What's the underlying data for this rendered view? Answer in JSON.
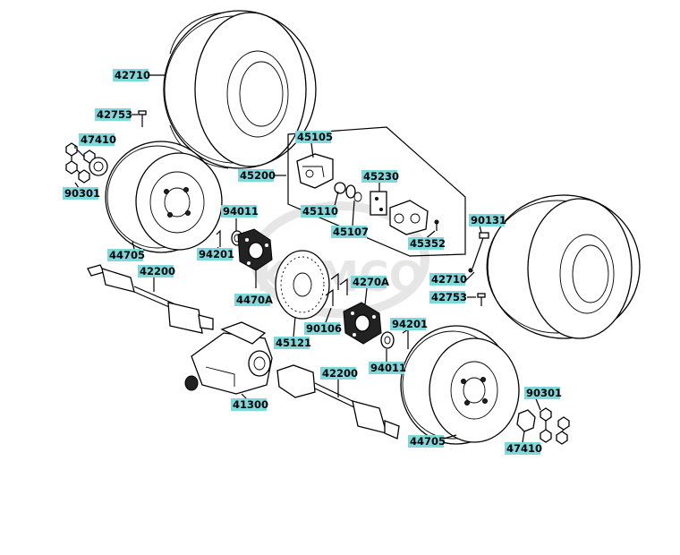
{
  "watermark_text": "KYMCO",
  "parts": [
    {
      "id": "p42710a",
      "number": "42710"
    },
    {
      "id": "p42753a",
      "number": "42753"
    },
    {
      "id": "p47410a",
      "number": "47410"
    },
    {
      "id": "p90301a",
      "number": "90301"
    },
    {
      "id": "p44705a",
      "number": "44705"
    },
    {
      "id": "p94011a",
      "number": "94011"
    },
    {
      "id": "p94201a",
      "number": "94201"
    },
    {
      "id": "p45200",
      "number": "45200"
    },
    {
      "id": "p45105",
      "number": "45105"
    },
    {
      "id": "p45230",
      "number": "45230"
    },
    {
      "id": "p45110",
      "number": "45110"
    },
    {
      "id": "p45107",
      "number": "45107"
    },
    {
      "id": "p45352",
      "number": "45352"
    },
    {
      "id": "p90131",
      "number": "90131"
    },
    {
      "id": "p42710b",
      "number": "42710"
    },
    {
      "id": "p42753b",
      "number": "42753"
    },
    {
      "id": "p42200a",
      "number": "42200"
    },
    {
      "id": "p4470A",
      "number": "4470A"
    },
    {
      "id": "p4270A",
      "number": "4270A"
    },
    {
      "id": "p90106",
      "number": "90106"
    },
    {
      "id": "p45121",
      "number": "45121"
    },
    {
      "id": "p94201b",
      "number": "94201"
    },
    {
      "id": "p94011b",
      "number": "94011"
    },
    {
      "id": "p41300",
      "number": "41300"
    },
    {
      "id": "p42200b",
      "number": "42200"
    },
    {
      "id": "p90301b",
      "number": "90301"
    },
    {
      "id": "p44705b",
      "number": "44705"
    },
    {
      "id": "p47410b",
      "number": "47410"
    }
  ]
}
